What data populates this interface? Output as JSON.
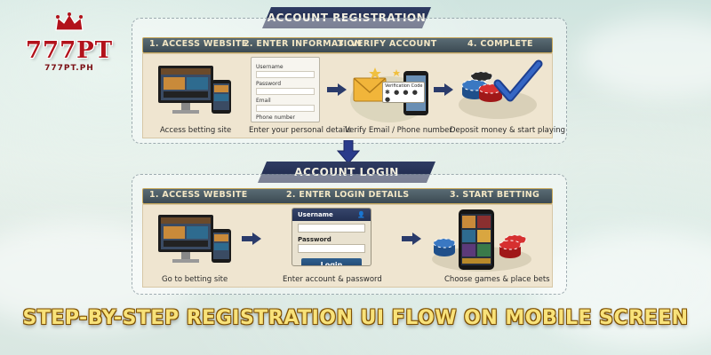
{
  "logo": {
    "main": "777PT",
    "sub": "777PT.PH"
  },
  "registration": {
    "title": "ACCOUNT REGISTRATION",
    "steps": [
      {
        "label": "1. ACCESS WEBSITE",
        "caption": "Access betting site"
      },
      {
        "label": "2. ENTER INFORMATION",
        "caption": "Enter your personal details"
      },
      {
        "label": "3. VERIFY ACCOUNT",
        "caption": "Verify Email / Phone number"
      },
      {
        "label": "4. COMPLETE",
        "caption": "Deposit money & start playing"
      }
    ],
    "form_fields": [
      "Username",
      "Password",
      "Email",
      "Phone number"
    ],
    "verification_label": "Verification Code"
  },
  "login": {
    "title": "ACCOUNT LOGIN",
    "steps": [
      {
        "label": "1. ACCESS WEBSITE",
        "caption": "Go to betting site"
      },
      {
        "label": "2. ENTER LOGIN DETAILS",
        "caption": "Enter account & password"
      },
      {
        "label": "3. START BETTING",
        "caption": "Choose games & place bets"
      }
    ],
    "form": {
      "username_label": "Username",
      "password_label": "Password",
      "button_label": "Login"
    }
  },
  "headline": "STEP-BY-STEP REGISTRATION UI FLOW ON MOBILE SCREEN",
  "colors": {
    "navy": "#1c2546",
    "gold": "#f8e27a",
    "brand_red": "#b2121b",
    "step_bar": "#3b4a53"
  }
}
